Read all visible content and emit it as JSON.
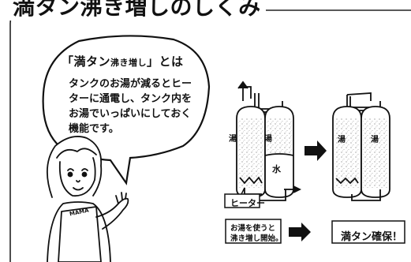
{
  "title": "満タン沸き増しのしくみ",
  "bubble": {
    "heading_main": "「満タン",
    "heading_small": "沸き増し",
    "heading_tail": "」とは",
    "body_lines": [
      "タンクのお湯が減るとヒー",
      "ターに通電し、タンク内を",
      "お湯でいっぱいにしておく",
      "機能です。"
    ]
  },
  "diagram": {
    "before_tank_labels": {
      "hot_left": "湯",
      "hot_right": "湯",
      "water": "水"
    },
    "after_tank_labels": {
      "hot_left": "湯",
      "hot_right": "湯"
    },
    "heater_label": "ヒーター",
    "step_text_lines": [
      "お湯を使うと",
      "沸き増し開始。"
    ],
    "result_text": "満タン確保！"
  },
  "character": {
    "apron_text": "MAMA"
  }
}
